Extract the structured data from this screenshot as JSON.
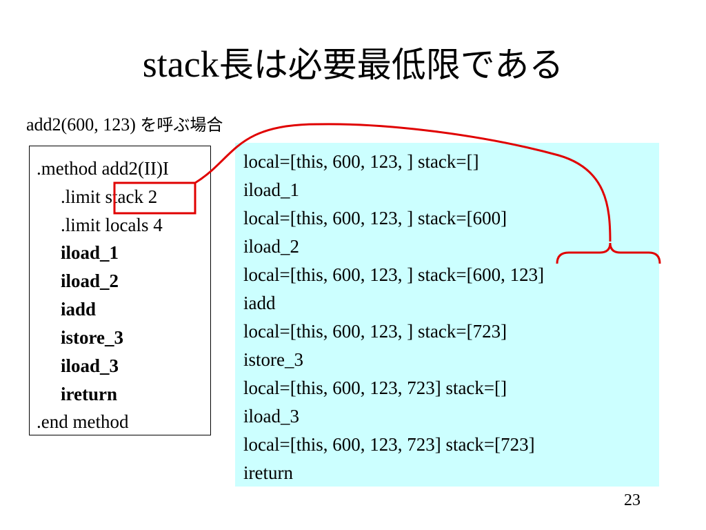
{
  "slide": {
    "title_prefix": "stack",
    "title_suffix": "長は必要最低限である",
    "subtitle_prefix": "add2(600, 123) ",
    "subtitle_suffix": "を呼ぶ場合",
    "page_number": "23",
    "annotation_color": "#e00000",
    "trace_background": "#ccffff"
  },
  "code": {
    "lines": [
      ".method add2(II)I",
      ".limit stack 2",
      ".limit locals 4",
      "iload_1",
      "iload_2",
      "iadd",
      "istore_3",
      "iload_3",
      "ireturn",
      ".end method"
    ]
  },
  "trace": {
    "lines": [
      "local=[this, 600, 123,       ] stack=[]",
      "iload_1",
      "local=[this, 600, 123,       ] stack=[600]",
      "iload_2",
      "local=[this, 600, 123,       ] stack=[600, 123]",
      "iadd",
      "local=[this, 600, 123,       ] stack=[723]",
      "istore_3",
      "local=[this, 600, 123, 723] stack=[]",
      "iload_3",
      "local=[this, 600, 123, 723] stack=[723]",
      "ireturn"
    ]
  }
}
